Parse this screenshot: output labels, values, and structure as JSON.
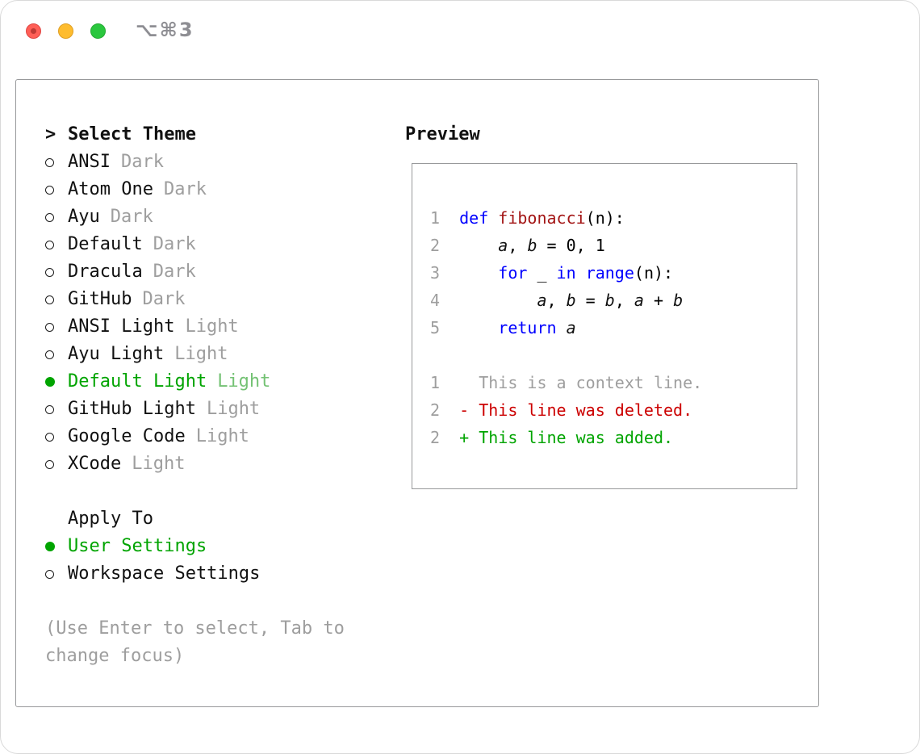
{
  "window": {
    "shortcut": "⌥⌘3"
  },
  "colors": {
    "accent_green": "#00a400",
    "accent_green_dim": "#74c274",
    "keyword_blue": "#0000ff",
    "function_red": "#a31515",
    "deleted_red": "#cc0000",
    "dim_gray": "#9e9e9e",
    "line_number_gray": "#9e9e9e",
    "text_black": "#111111",
    "tl_red": "#ff5f57",
    "tl_yellow": "#febc2e",
    "tl_green": "#2ac73e"
  },
  "theme_select": {
    "prompt": ">",
    "title": "Select Theme",
    "options": [
      {
        "name": "ANSI",
        "variant": "Dark",
        "selected": false
      },
      {
        "name": "Atom One",
        "variant": "Dark",
        "selected": false
      },
      {
        "name": "Ayu",
        "variant": "Dark",
        "selected": false
      },
      {
        "name": "Default",
        "variant": "Dark",
        "selected": false
      },
      {
        "name": "Dracula",
        "variant": "Dark",
        "selected": false
      },
      {
        "name": "GitHub",
        "variant": "Dark",
        "selected": false
      },
      {
        "name": "ANSI Light",
        "variant": "Light",
        "selected": false
      },
      {
        "name": "Ayu Light",
        "variant": "Light",
        "selected": false
      },
      {
        "name": "Default Light",
        "variant": "Light",
        "selected": true
      },
      {
        "name": "GitHub Light",
        "variant": "Light",
        "selected": false
      },
      {
        "name": "Google Code",
        "variant": "Light",
        "selected": false
      },
      {
        "name": "XCode",
        "variant": "Light",
        "selected": false
      }
    ]
  },
  "apply_to": {
    "title": "Apply To",
    "options": [
      {
        "label": "User Settings",
        "selected": true
      },
      {
        "label": "Workspace Settings",
        "selected": false
      }
    ]
  },
  "hint": "(Use Enter to select, Tab to change focus)",
  "preview": {
    "title": "Preview",
    "lines": [
      {
        "tokens": [
          [
            "1  ",
            "ln"
          ],
          [
            "def",
            "kw"
          ],
          [
            " ",
            ""
          ],
          [
            "fibonacci",
            "fn"
          ],
          [
            "(n):",
            ""
          ]
        ]
      },
      {
        "tokens": [
          [
            "2  ",
            "ln"
          ],
          [
            "    ",
            ""
          ],
          [
            "a",
            "it"
          ],
          [
            ", ",
            ""
          ],
          [
            "b",
            "it"
          ],
          [
            " = 0, 1",
            ""
          ]
        ]
      },
      {
        "tokens": [
          [
            "3  ",
            "ln"
          ],
          [
            "    ",
            ""
          ],
          [
            "for",
            "kw"
          ],
          [
            " _ ",
            ""
          ],
          [
            "in",
            "kw"
          ],
          [
            " ",
            ""
          ],
          [
            "range",
            "kw"
          ],
          [
            "(n):",
            ""
          ]
        ]
      },
      {
        "tokens": [
          [
            "4  ",
            "ln"
          ],
          [
            "        ",
            ""
          ],
          [
            "a",
            "it"
          ],
          [
            ", ",
            ""
          ],
          [
            "b",
            "it"
          ],
          [
            " = ",
            ""
          ],
          [
            "b",
            "it"
          ],
          [
            ", ",
            ""
          ],
          [
            "a",
            "it"
          ],
          [
            " + ",
            ""
          ],
          [
            "b",
            "it"
          ]
        ]
      },
      {
        "tokens": [
          [
            "5  ",
            "ln"
          ],
          [
            "    ",
            ""
          ],
          [
            "return",
            "kw"
          ],
          [
            " ",
            ""
          ],
          [
            "a",
            "it"
          ]
        ]
      },
      {
        "tokens": []
      },
      {
        "tokens": [
          [
            "1  ",
            "ln"
          ],
          [
            "  This is a context line.",
            "ctx"
          ]
        ]
      },
      {
        "tokens": [
          [
            "2  ",
            "ln"
          ],
          [
            "- This line was deleted.",
            "del"
          ]
        ]
      },
      {
        "tokens": [
          [
            "2  ",
            "ln"
          ],
          [
            "+ This line was added.",
            "add"
          ]
        ]
      }
    ]
  }
}
